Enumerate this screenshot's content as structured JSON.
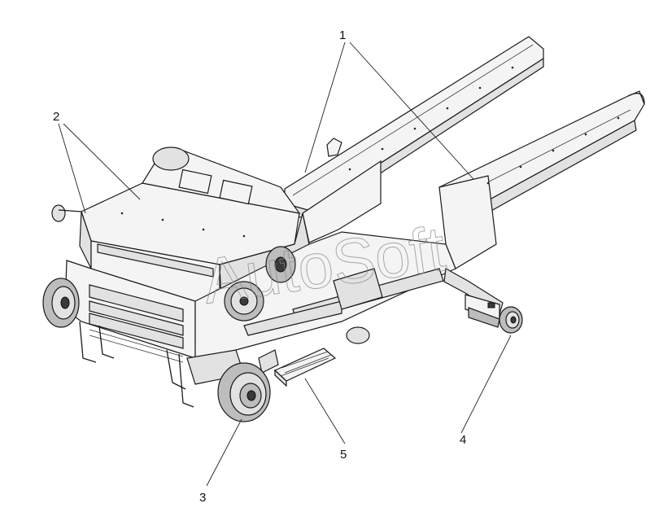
{
  "callouts": [
    {
      "id": "1",
      "label": "1"
    },
    {
      "id": "2",
      "label": "2"
    },
    {
      "id": "3",
      "label": "3"
    },
    {
      "id": "4",
      "label": "4"
    },
    {
      "id": "5",
      "label": "5"
    }
  ],
  "watermark": {
    "text": "AutoSoft"
  }
}
